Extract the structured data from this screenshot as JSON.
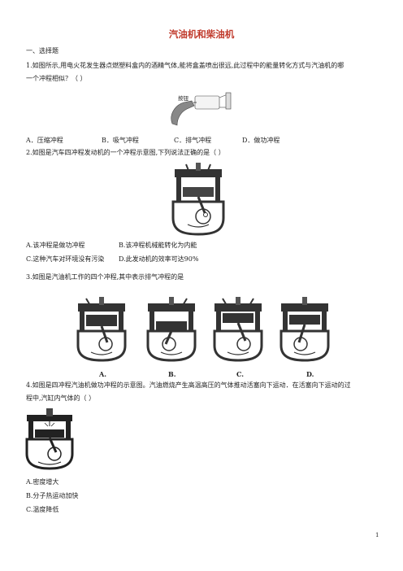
{
  "title": "汽油机和柴油机",
  "section": "一、选择题",
  "q1": {
    "line1": "1.如图所示,用电火花发生器点燃塑料盒内的酒精气体,能将盒盖喷出很远,此过程中的能量转化方式与汽油机的哪",
    "line2": "一个冲程相似？（      ）",
    "figure_label": "按钮",
    "options": [
      "A．压缩冲程",
      "B．吸气冲程",
      "C．排气冲程",
      "D．做功冲程"
    ]
  },
  "q2": {
    "stem": "2.如图是汽车四冲程发动机的一个冲程示意图,下列说法正确的是（      ）",
    "options": [
      "A.该冲程是做功冲程",
      "B.该冲程机械能转化为内能",
      "C.这种汽车对环境没有污染",
      "D.此发动机的效率可达90%"
    ]
  },
  "q3": {
    "stem": "3.如图是汽油机工作的四个冲程,其中表示排气冲程的是",
    "labels": [
      "A.",
      "B.",
      "C.",
      "D."
    ]
  },
  "q4": {
    "line1": "4.如图是四冲程汽油机做功冲程的示意图。汽油燃烧产生高温高压的气体推动活塞向下运动．在活塞向下运动的过",
    "line2": "程中,汽缸内气体的（      ）",
    "options": [
      "A.密度增大",
      "B.分子热运动加快",
      "C.温度降低"
    ]
  },
  "page_number": "1"
}
